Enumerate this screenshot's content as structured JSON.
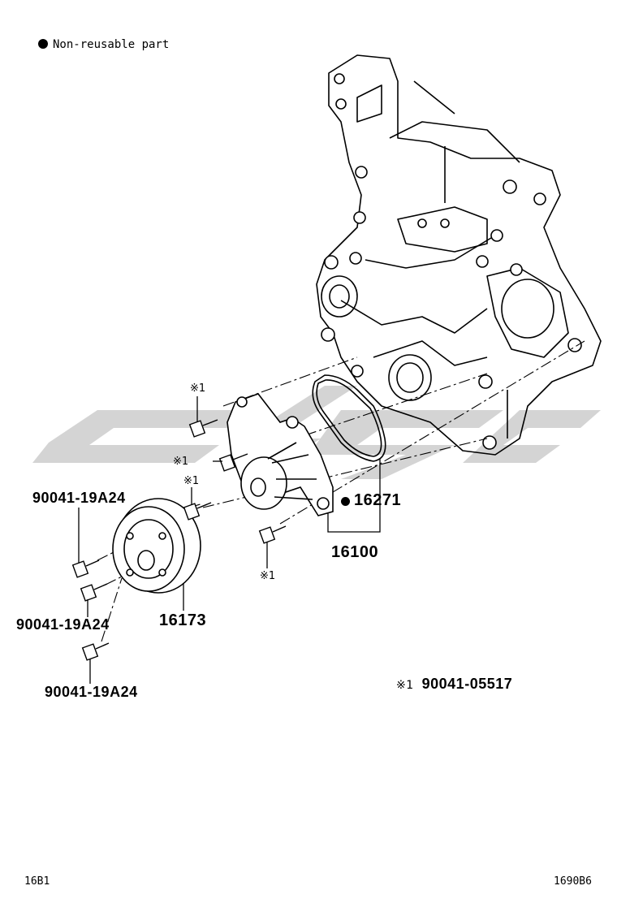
{
  "legend": {
    "text": "Non-reusable part",
    "icon": "filled-circle-icon"
  },
  "watermark": {
    "text": "CSG",
    "color": "#d4d4d4"
  },
  "parts": {
    "gasket": "16271",
    "water_pump_assy": "16100",
    "pulley": "16173",
    "bolt_a": "90041-19A24",
    "bolt_b": "90041-19A24",
    "bolt_c": "90041-19A24"
  },
  "callouts": {
    "mark_1": "※1",
    "mark_2": "※1",
    "mark_3": "※1",
    "mark_4": "※1"
  },
  "footnote": {
    "mark": "※1",
    "part": "90041-05517"
  },
  "footer": {
    "left": "16B1",
    "right": "1690B6"
  },
  "colors": {
    "line": "#000000",
    "watermark": "#d4d4d4"
  }
}
